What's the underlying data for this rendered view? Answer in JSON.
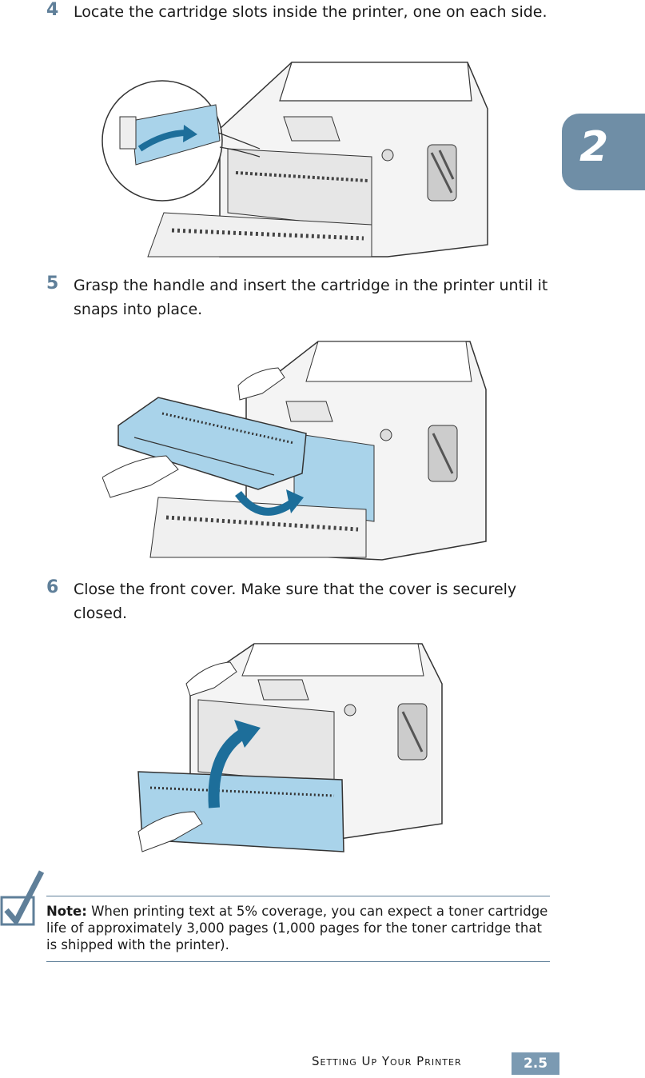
{
  "chapter_tab": "2",
  "steps": [
    {
      "number": "4",
      "text": "Locate the cartridge slots inside the printer, one on each side."
    },
    {
      "number": "5",
      "text": "Grasp the handle and insert the cartridge in the printer until it snaps into place."
    },
    {
      "number": "6",
      "text": "Close the front cover. Make sure that the cover is securely closed."
    }
  ],
  "note": {
    "label": "Note:",
    "text": "When printing text at 5% coverage, you can expect a toner cartridge life of approximately 3,000 pages (1,000 pages for the toner cartridge that is shipped with the printer)."
  },
  "footer": {
    "section_title": "Setting Up Your Printer",
    "page_number": "2.5"
  },
  "colors": {
    "accent": "#5f7f99",
    "tab": "#6f8ea6",
    "highlight": "#a9d3ea",
    "arrow": "#1d6e9a"
  }
}
